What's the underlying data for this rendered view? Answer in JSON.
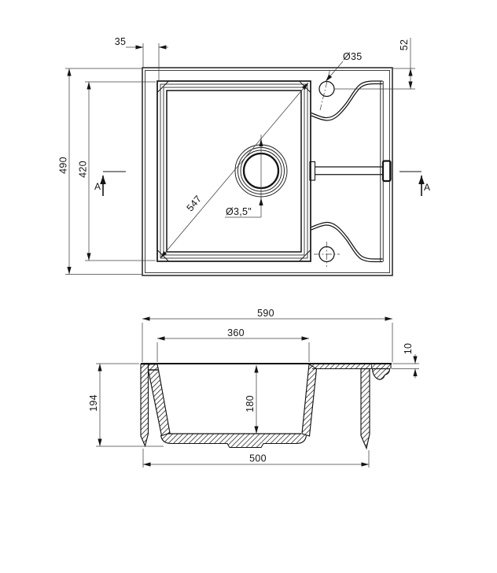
{
  "top_view": {
    "dim_width_offset": "35",
    "dim_faucet_hole_diameter": "Ø35",
    "dim_faucet_offset": "52",
    "dim_overall_depth": "490",
    "dim_bowl_length": "420",
    "dim_bowl_diagonal": "547",
    "dim_drain_diameter": "Ø3,5\"",
    "section_marker_left": "A",
    "section_marker_right": "A"
  },
  "section_view": {
    "dim_overall_width": "590",
    "dim_bowl_width": "360",
    "dim_rim_height": "10",
    "dim_overall_height": "194",
    "dim_bowl_depth": "180",
    "dim_base_width": "500"
  }
}
